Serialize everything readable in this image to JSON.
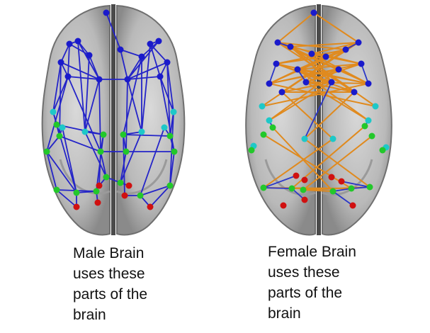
{
  "captions": {
    "male": [
      "Male Brain",
      "uses these",
      "parts of the",
      "brain"
    ],
    "female": [
      "Female Brain",
      "uses these",
      "parts of the",
      "brain"
    ]
  },
  "colors": {
    "male_edges": "#2424c8",
    "female_inter_edges": "#e08a1e",
    "female_intra_edges": "#2a36c8",
    "node_blue": "#1a1acb",
    "node_cyan": "#1ec8c8",
    "node_green": "#22c82a",
    "node_red": "#d01010",
    "brain_gray": "#bdbdbd"
  }
}
